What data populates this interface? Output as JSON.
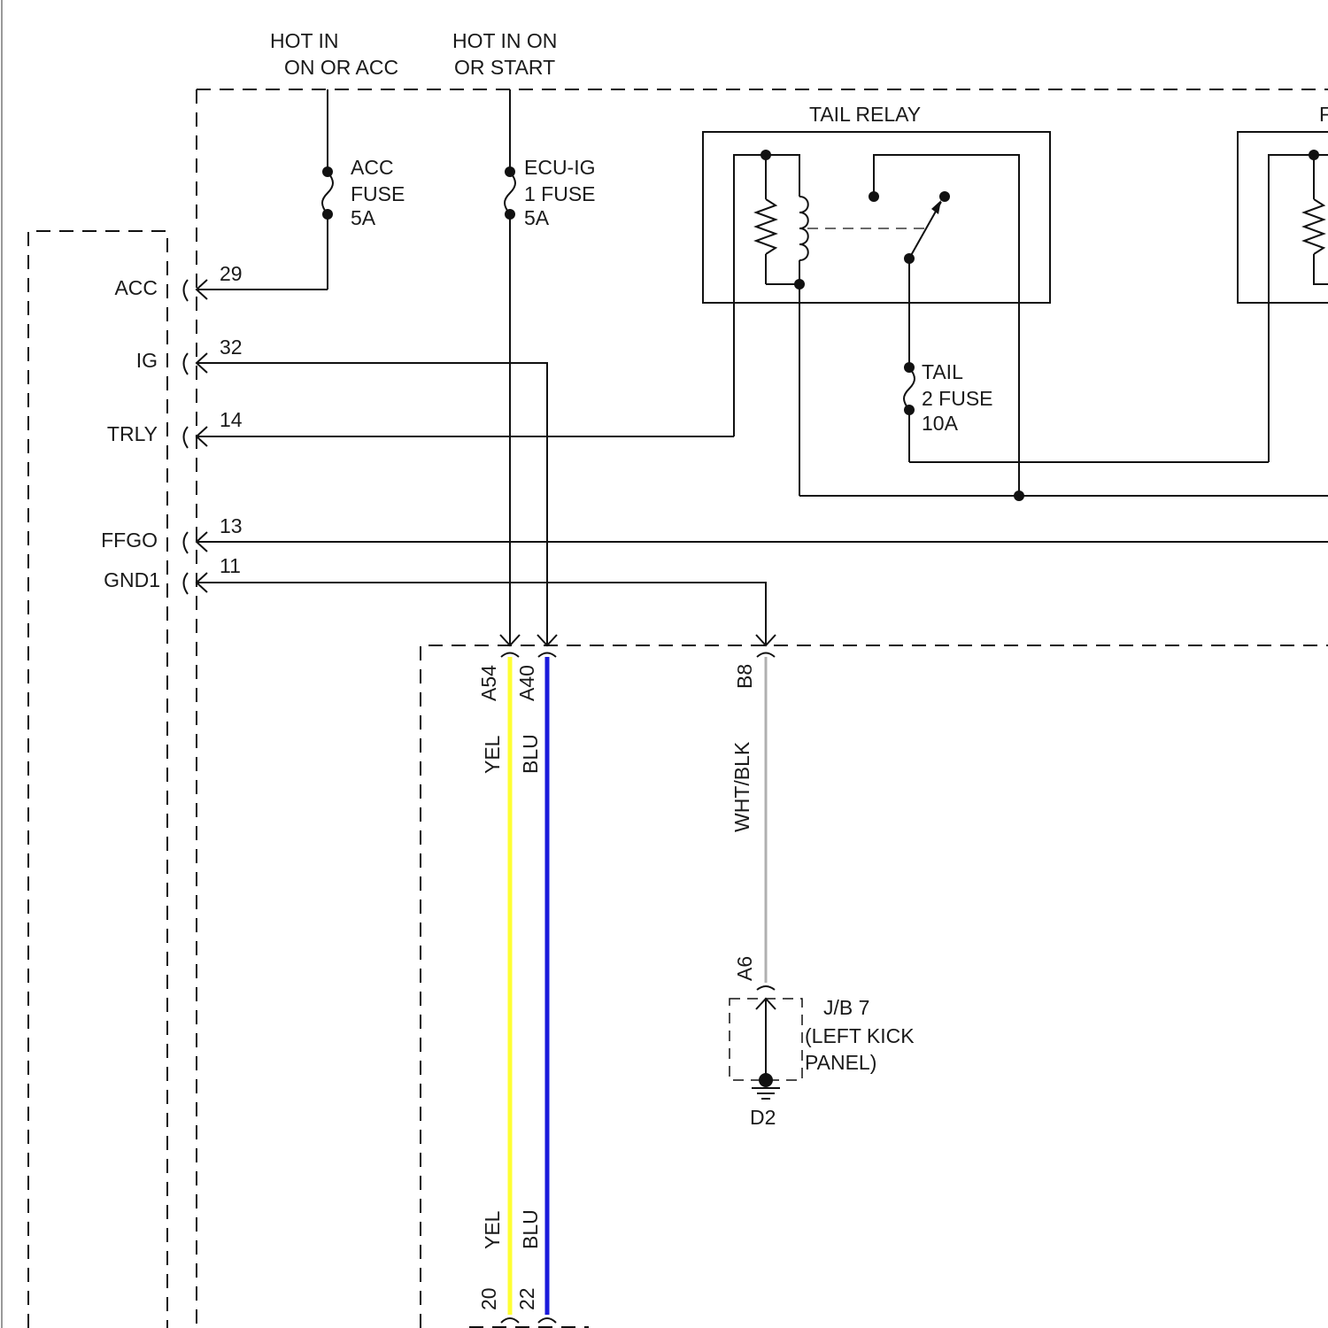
{
  "supply": {
    "hot_acc_line1": "HOT IN",
    "hot_acc_line2": "ON OR ACC",
    "hot_start_line1": "HOT IN ON",
    "hot_start_line2": "OR START"
  },
  "fuses": {
    "acc": {
      "line1": "ACC",
      "line2": "FUSE",
      "line3": "5A"
    },
    "ecu_ig": {
      "line1": "ECU-IG",
      "line2": "1 FUSE",
      "line3": "5A"
    },
    "tail": {
      "line1": "TAIL",
      "line2": "2 FUSE",
      "line3": "10A"
    }
  },
  "relays": {
    "tail_title": "TAIL RELAY",
    "second_title_partial": "F"
  },
  "module_pins": [
    {
      "name": "ACC",
      "pin": "29"
    },
    {
      "name": "IG",
      "pin": "32"
    },
    {
      "name": "TRLY",
      "pin": "14"
    },
    {
      "name": "FFGO",
      "pin": "13"
    },
    {
      "name": "GND1",
      "pin": "11"
    }
  ],
  "wires": {
    "yellow": {
      "connector_top": "A54",
      "color_top": "YEL",
      "color_bottom": "YEL",
      "pin_bottom": "20",
      "hex": "#ffff33"
    },
    "blue": {
      "connector_top": "A40",
      "color_top": "BLU",
      "color_bottom": "BLU",
      "pin_bottom": "22",
      "hex": "#1a1adb"
    },
    "ground": {
      "connector_top": "B8",
      "color": "WHT/BLK",
      "connector_bottom": "A6",
      "hex": "#b0b0b0"
    }
  },
  "junction_block": {
    "line1": "J/B 7",
    "line2": "(LEFT KICK",
    "line3": "PANEL)",
    "ground_label": "D2"
  }
}
